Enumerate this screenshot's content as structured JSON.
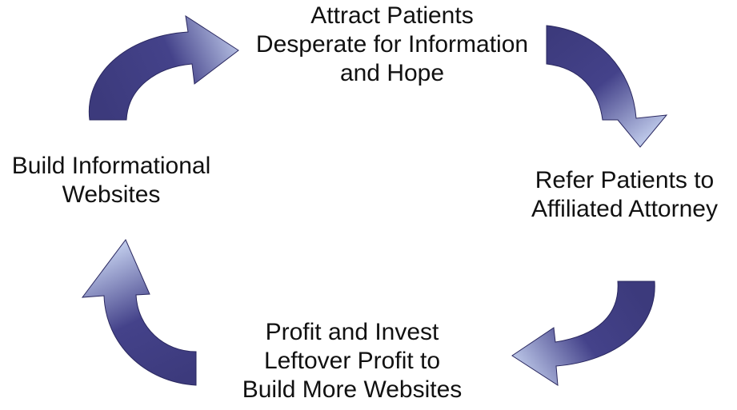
{
  "nodes": {
    "top": {
      "lines": [
        "Attract Patients",
        "Desperate for Information",
        "and Hope"
      ]
    },
    "right": {
      "lines": [
        "Refer Patients to",
        "Affiliated Attorney"
      ]
    },
    "bottom": {
      "lines": [
        "Profit and Invest",
        "Leftover Profit to",
        "Build More Websites"
      ]
    },
    "left": {
      "lines": [
        "Build Informational",
        "Websites"
      ]
    }
  },
  "colors": {
    "arrow_dark": "#3c3a7c",
    "arrow_light": "#b9c4e6",
    "text": "#111111"
  }
}
